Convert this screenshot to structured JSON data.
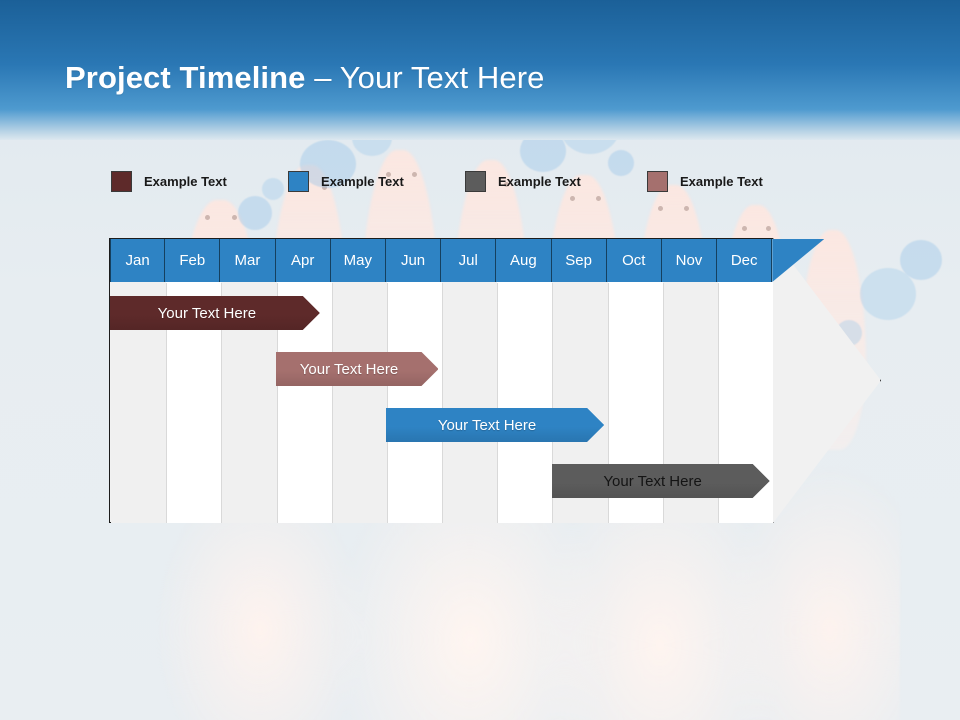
{
  "slide": {
    "title_strong": "Project Timeline",
    "title_light": " – Your Text Here",
    "accent_blue": "#2e83c4",
    "header_top": "#1b6098"
  },
  "legend": {
    "items": [
      {
        "label": "Example Text",
        "color": "#5e2a2a",
        "x": 111
      },
      {
        "label": "Example Text",
        "color": "#2e83c4",
        "x": 288
      },
      {
        "label": "Example Text",
        "color": "#5c5c5c",
        "x": 465
      },
      {
        "label": "Example Text",
        "color": "#a5706e",
        "x": 647
      }
    ]
  },
  "timeline": {
    "months": [
      "Jan",
      "Feb",
      "Mar",
      "Apr",
      "May",
      "Jun",
      "Jul",
      "Aug",
      "Sep",
      "Oct",
      "Nov",
      "Dec"
    ],
    "bars": [
      {
        "label": "Your  Text Here",
        "color": "#5e2a2a",
        "text_color": "light",
        "start_month": 0,
        "span_months": 3.8,
        "row": 0
      },
      {
        "label": "Your  Text Here",
        "color": "#a5706e",
        "text_color": "light",
        "start_month": 3.0,
        "span_months": 2.95,
        "row": 1
      },
      {
        "label": "Your  Text Here",
        "color": "#2e83c4",
        "text_color": "light",
        "start_month": 5.0,
        "span_months": 3.95,
        "row": 2
      },
      {
        "label": "Your  Text Here",
        "color": "#5c5c5c",
        "text_color": "dark",
        "start_month": 8.0,
        "span_months": 3.95,
        "row": 3
      }
    ]
  },
  "chart_data": {
    "type": "bar",
    "title": "Project Timeline – Your Text Here",
    "xlabel": "",
    "ylabel": "",
    "categories": [
      "Jan",
      "Feb",
      "Mar",
      "Apr",
      "May",
      "Jun",
      "Jul",
      "Aug",
      "Sep",
      "Oct",
      "Nov",
      "Dec"
    ],
    "series": [
      {
        "name": "Example Text",
        "color": "#5e2a2a",
        "label": "Your  Text Here",
        "start": "Jan",
        "end": "Apr"
      },
      {
        "name": "Example Text",
        "color": "#a5706e",
        "label": "Your  Text Here",
        "start": "Apr",
        "end": "Jun"
      },
      {
        "name": "Example Text",
        "color": "#2e83c4",
        "label": "Your  Text Here",
        "start": "Jun",
        "end": "Sep"
      },
      {
        "name": "Example Text",
        "color": "#5c5c5c",
        "label": "Your  Text Here",
        "start": "Sep",
        "end": "Dec"
      }
    ],
    "legend_position": "top",
    "grid": true
  }
}
